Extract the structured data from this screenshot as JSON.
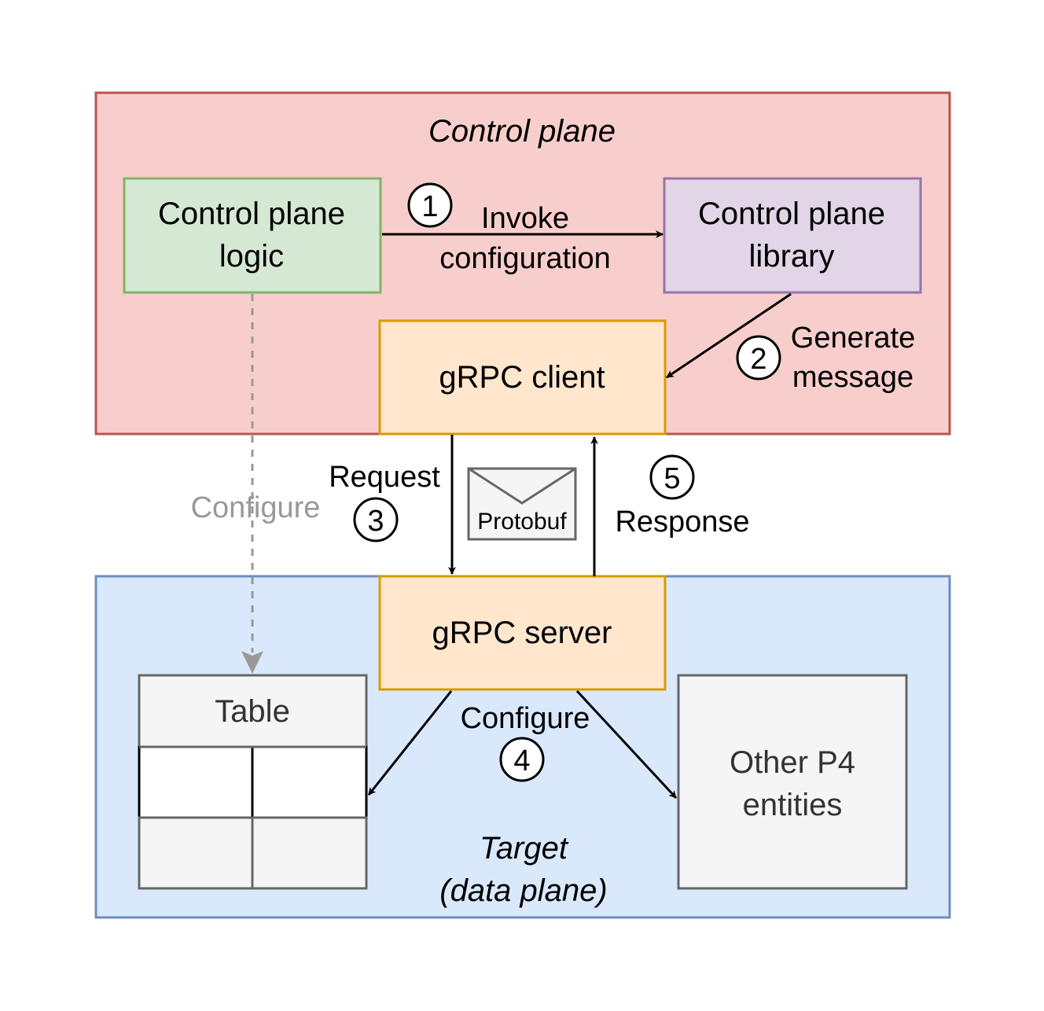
{
  "regions": {
    "control_plane": {
      "label": "Control plane",
      "fill": "#f8cecc",
      "stroke": "#b85450"
    },
    "target": {
      "label_line1": "Target",
      "label_line2": "(data plane)",
      "fill": "#dae8fc",
      "stroke": "#6c8ebf"
    }
  },
  "boxes": {
    "control_plane_logic": {
      "line1": "Control plane",
      "line2": "logic",
      "fill": "#d5e8d4",
      "stroke": "#82b366"
    },
    "control_plane_library": {
      "line1": "Control plane",
      "line2": "library",
      "fill": "#e1d5e7",
      "stroke": "#9673a6"
    },
    "grpc_client": {
      "label": "gRPC client",
      "fill": "#ffe6cc",
      "stroke": "#d79b00"
    },
    "grpc_server": {
      "label": "gRPC server",
      "fill": "#ffe6cc",
      "stroke": "#d79b00"
    },
    "table": {
      "label": "Table",
      "fill": "#f5f5f5",
      "stroke": "#666666"
    },
    "other_entities": {
      "line1": "Other P4",
      "line2": "entities",
      "fill": "#f5f5f5",
      "stroke": "#666666"
    }
  },
  "steps": {
    "invoke": {
      "number": "1",
      "line1": "Invoke",
      "line2": "configuration"
    },
    "generate": {
      "number": "2",
      "line1": "Generate",
      "line2": "message"
    },
    "request": {
      "number": "3",
      "label": "Request"
    },
    "configure": {
      "number": "4",
      "label": "Configure"
    },
    "response": {
      "number": "5",
      "label": "Response"
    }
  },
  "direct_configure": {
    "label": "Configure",
    "color": "#999999"
  },
  "message": {
    "label": "Protobuf"
  }
}
